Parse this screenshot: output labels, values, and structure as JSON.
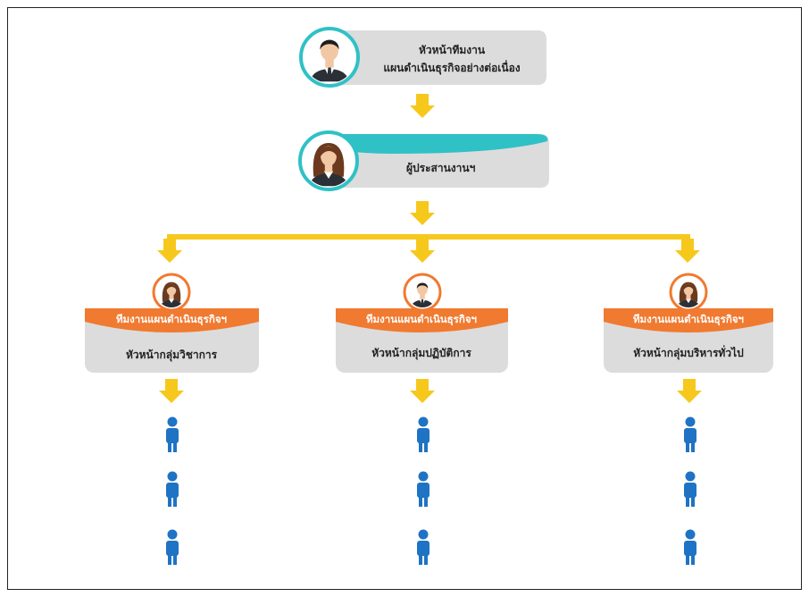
{
  "colors": {
    "arrow": "#f7c81c",
    "box": "#dcdcdc",
    "orange": "#f07a30",
    "teal": "#2fc1c6",
    "person": "#1f73c4",
    "text": "#222222"
  },
  "top_box": {
    "line1": "หัวหน้าทีมงาน",
    "line2": "แผนดำเนินธุรกิจอย่างต่อเนื่อง",
    "avatar_icon": "businessman-icon"
  },
  "coordinator": {
    "label": "ผู้ประสานงานฯ",
    "avatar_icon": "businesswoman-icon"
  },
  "teams": [
    {
      "team_label": "ทีมงานแผนดำเนินธุรกิจฯ",
      "head_label": "หัวหน้ากลุ่มวิชาการ",
      "avatar_icon": "businesswoman-icon"
    },
    {
      "team_label": "ทีมงานแผนดำเนินธุรกิจฯ",
      "head_label": "หัวหน้ากลุ่มปฏิบัติการ",
      "avatar_icon": "businessman-icon"
    },
    {
      "team_label": "ทีมงานแผนดำเนินธุรกิจฯ",
      "head_label": "หัวหน้ากลุ่มบริหารทั่วไป",
      "avatar_icon": "businesswoman-icon"
    }
  ],
  "member_icon": "person-icon"
}
